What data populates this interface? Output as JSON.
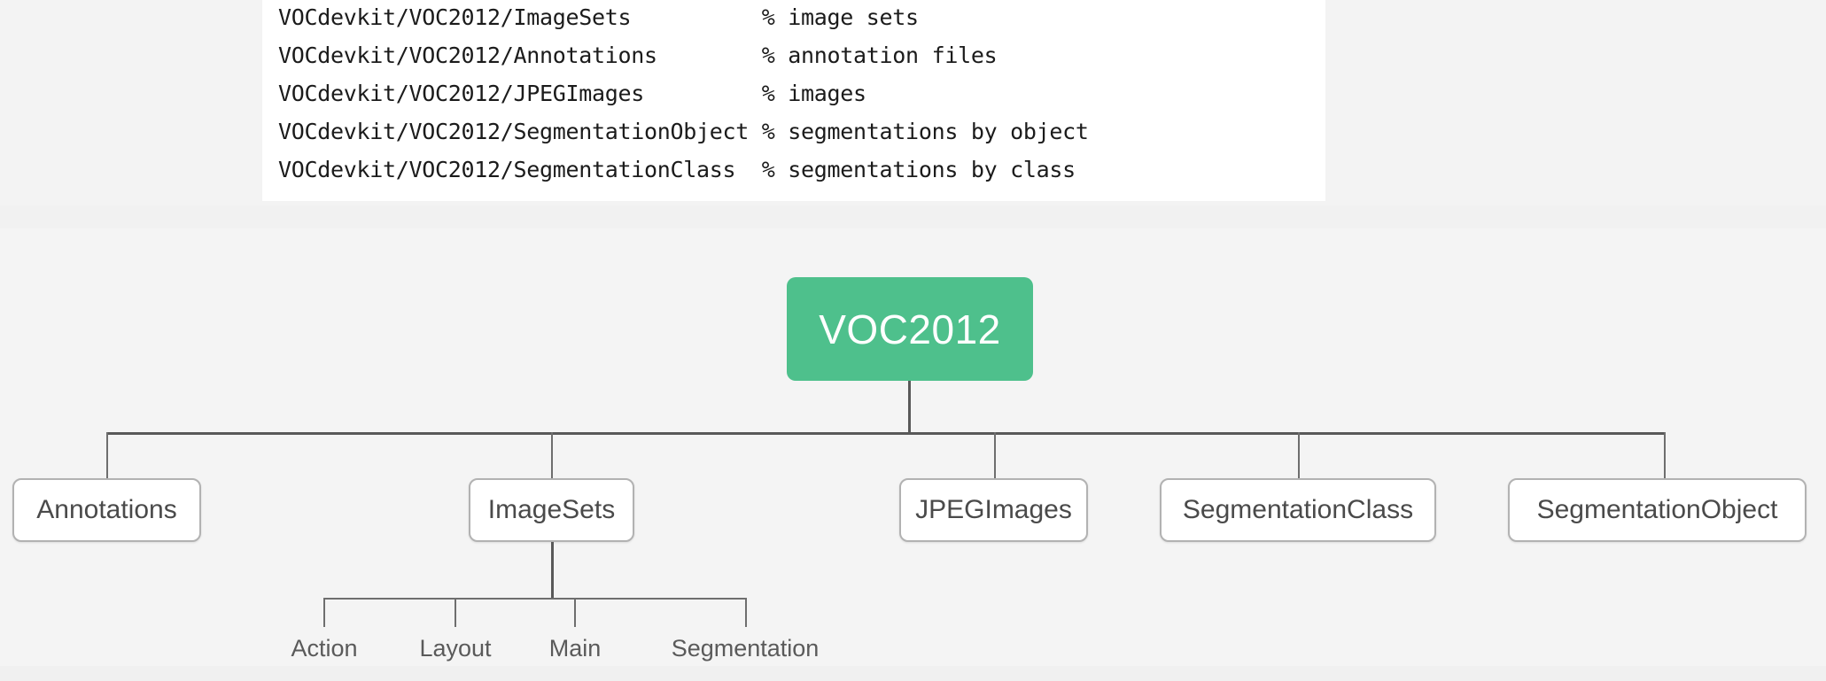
{
  "code_block": {
    "lines": [
      {
        "path": "VOCdevkit/VOC2012/ImageSets",
        "comment": "% image sets"
      },
      {
        "path": "VOCdevkit/VOC2012/Annotations",
        "comment": "% annotation files"
      },
      {
        "path": "VOCdevkit/VOC2012/JPEGImages",
        "comment": "% images"
      },
      {
        "path": "VOCdevkit/VOC2012/SegmentationObject",
        "comment": "% segmentations by object"
      },
      {
        "path": "VOCdevkit/VOC2012/SegmentationClass",
        "comment": "% segmentations by class"
      }
    ],
    "rendered": [
      "VOCdevkit/VOC2012/ImageSets          % image sets",
      "VOCdevkit/VOC2012/Annotations        % annotation files",
      "VOCdevkit/VOC2012/JPEGImages         % images",
      "VOCdevkit/VOC2012/SegmentationObject % segmentations by object",
      "VOCdevkit/VOC2012/SegmentationClass  % segmentations by class"
    ]
  },
  "diagram": {
    "root": {
      "label": "VOC2012"
    },
    "children": [
      {
        "label": "Annotations"
      },
      {
        "label": "ImageSets"
      },
      {
        "label": "JPEGImages"
      },
      {
        "label": "SegmentationClass"
      },
      {
        "label": "SegmentationObject"
      }
    ],
    "imagesets_children": [
      {
        "label": "Action"
      },
      {
        "label": "Layout"
      },
      {
        "label": "Main"
      },
      {
        "label": "Segmentation"
      }
    ]
  },
  "colors": {
    "root_fill": "#4ec08c",
    "root_text": "#ffffff",
    "node_fill": "#ffffff",
    "node_border": "#b2b2b2",
    "node_text": "#4a4a4a",
    "connector": "#595959",
    "page_background": "#f4f4f4",
    "code_background": "#ffffff",
    "code_text": "#1b1b1b"
  }
}
